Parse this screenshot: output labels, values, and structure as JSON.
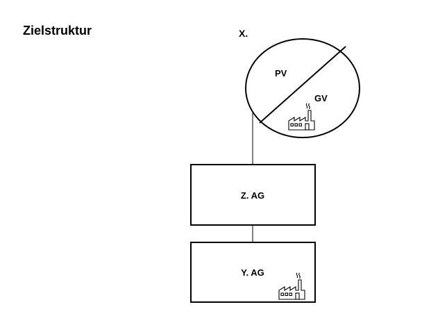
{
  "title": "Zielstruktur",
  "owner": {
    "label": "X.",
    "segments": {
      "private_assets": "PV",
      "business_assets": "GV"
    }
  },
  "entities": [
    {
      "label": "Z. AG"
    },
    {
      "label": "Y. AG"
    }
  ],
  "icons": {
    "business_assets_icon": "factory-icon",
    "y_ag_icon": "factory-icon"
  },
  "colors": {
    "stroke": "#000000",
    "background": "#ffffff"
  }
}
